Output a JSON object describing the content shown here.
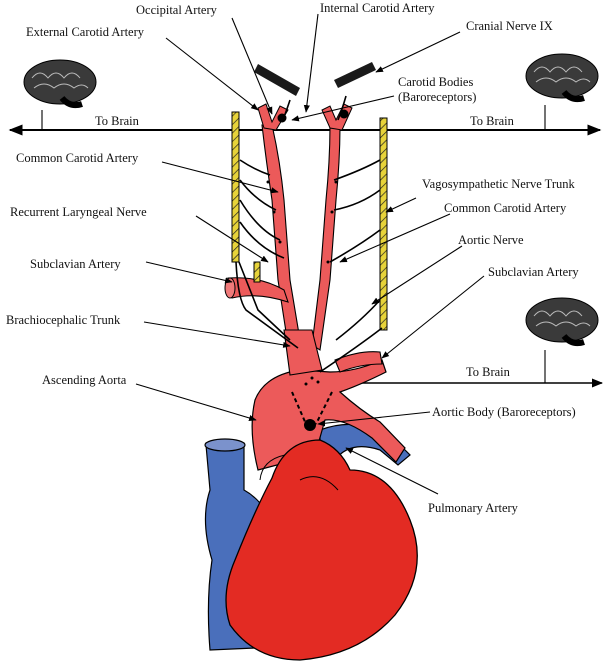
{
  "labels": {
    "occipital_artery": "Occipital Artery",
    "internal_carotid_artery": "Internal Carotid Artery",
    "cranial_nerve_ix": "Cranial Nerve IX",
    "external_carotid_artery": "External Carotid Artery",
    "carotid_bodies_1": "Carotid Bodies",
    "carotid_bodies_2": "(Baroreceptors)",
    "to_brain_left": "To Brain",
    "to_brain_right": "To Brain",
    "to_brain_lower": "To Brain",
    "common_carotid_left": "Common Carotid Artery",
    "vagosympathetic": "Vagosympathetic Nerve Trunk",
    "recurrent_laryngeal": "Recurrent Laryngeal Nerve",
    "common_carotid_right": "Common Carotid Artery",
    "aortic_nerve": "Aortic Nerve",
    "subclavian_left": "Subclavian Artery",
    "subclavian_right": "Subclavian Artery",
    "brachiocephalic": "Brachiocephalic Trunk",
    "ascending_aorta": "Ascending Aorta",
    "aortic_body": "Aortic Body (Baroreceptors)",
    "pulmonary_artery": "Pulmonary Artery"
  },
  "colors": {
    "artery": "#ec5a5a",
    "heart": "#e32b23",
    "vein": "#4a6fbb",
    "nerve_sheath": "#e7d33a",
    "ink": "#000000"
  }
}
